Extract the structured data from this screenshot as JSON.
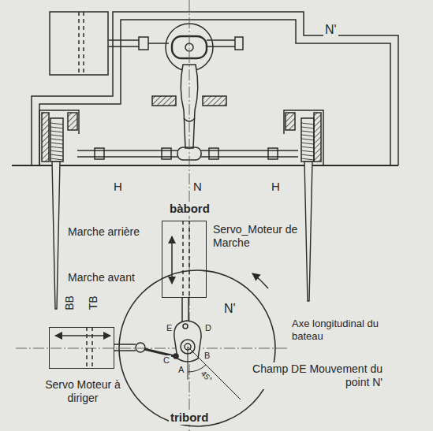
{
  "diagram": {
    "nodes": [
      {
        "text": [
          "Servo_Moteur de Marche"
        ]
      },
      {
        "text": [
          "N'"
        ]
      },
      {
        "text": [
          "BB",
          "TB",
          "Servo Moteur à diriger"
        ]
      }
    ],
    "labels": [
      "N'",
      "H",
      "N",
      "H",
      "bàbord",
      "Marche arrière",
      "Marche avant",
      "Axe longitudinal du bateau",
      "E",
      "D",
      "C",
      "A",
      "B",
      "45°",
      "Champ DE Mouvement du point N'",
      "tribord"
    ]
  }
}
